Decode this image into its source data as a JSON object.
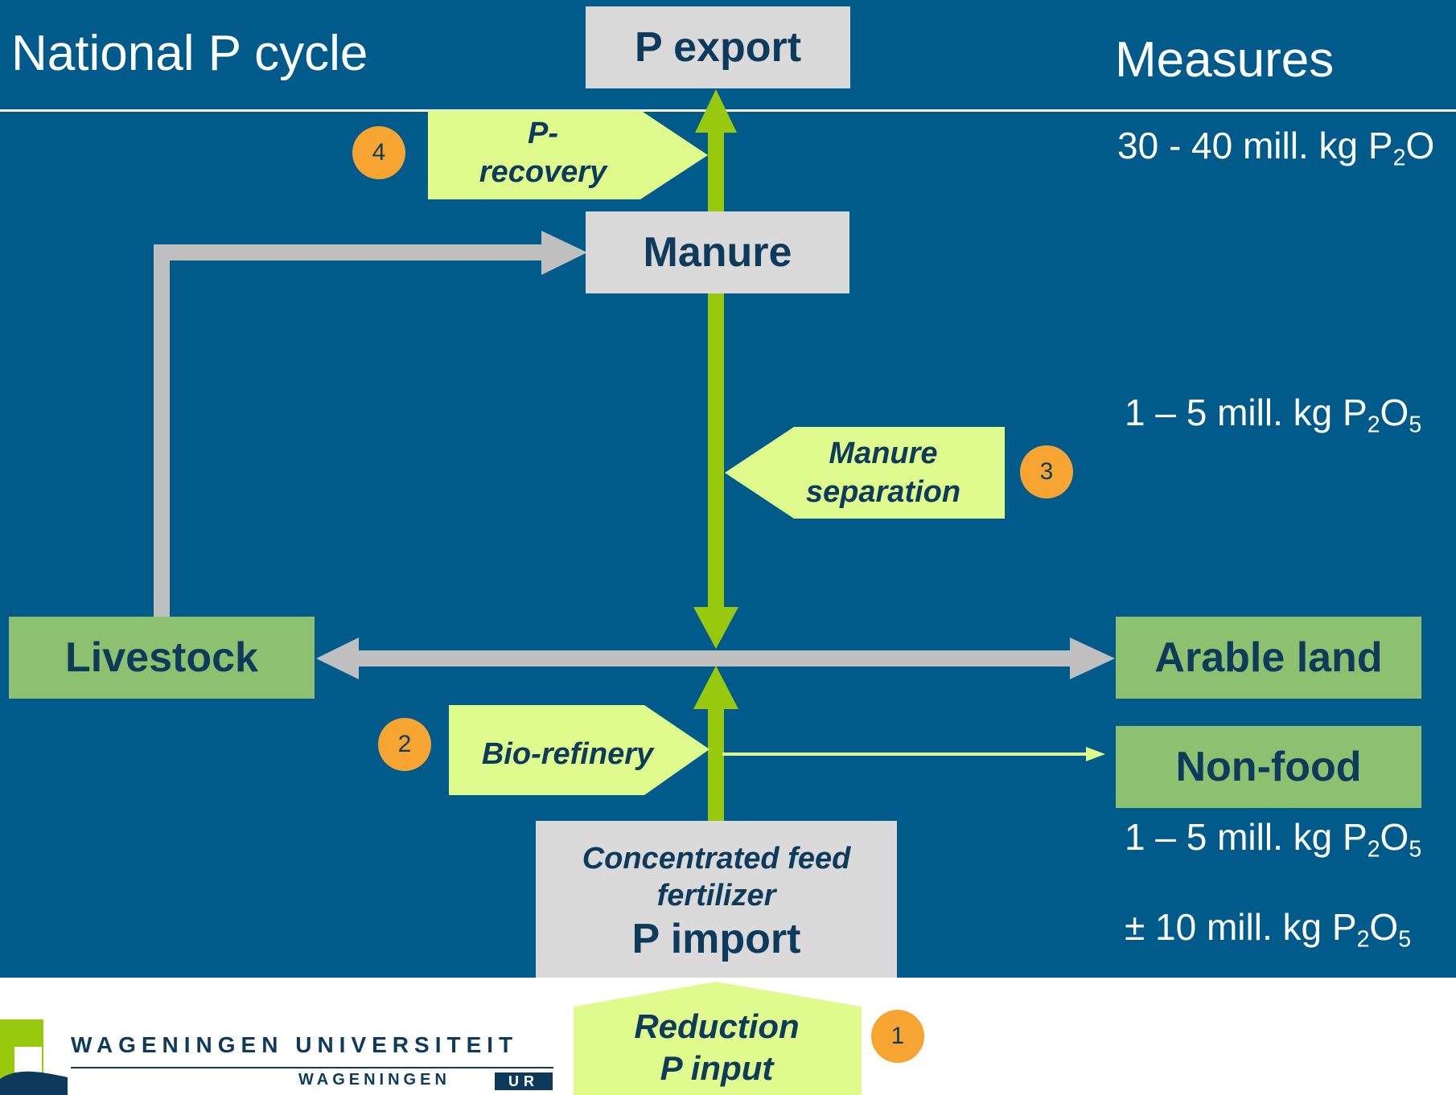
{
  "slide": {
    "title_left": "National P cycle",
    "title_right": "Measures"
  },
  "measures": {
    "m1": {
      "prefix": "30 - 40  mill. kg P",
      "sub1": "2",
      "mid": "O",
      "sub2": ""
    },
    "m2": {
      "prefix": "1 – 5  mill. kg P",
      "sub1": "2",
      "mid": "O",
      "sub2": "5"
    },
    "m3": {
      "prefix": "1 – 5  mill. kg P",
      "sub1": "2",
      "mid": "O",
      "sub2": "5"
    },
    "m4": {
      "prefix": "± 10 mill. kg P",
      "sub1": "2",
      "mid": "O",
      "sub2": "5"
    }
  },
  "nodes": {
    "p_export": "P export",
    "manure": "Manure",
    "livestock": "Livestock",
    "arable_land": "Arable land",
    "non_food": "Non-food",
    "p_import_small": "Concentrated feed fertilizer",
    "p_import_big": "P import"
  },
  "measure_labels": {
    "p_recovery": "P-recovery",
    "manure_separation": "Manure separation",
    "bio_refinery": "Bio-refinery",
    "reduction_line1": "Reduction",
    "reduction_line2": "P input"
  },
  "badges": [
    "4",
    "3",
    "2",
    "1"
  ],
  "logo": {
    "line1": "WAGENINGEN UNIVERSITEIT",
    "line2": "WAGENINGEN",
    "ur": "UR"
  },
  "colors": {
    "background_blue": "#005B8A",
    "box_gray": "#DADADA",
    "box_green": "#8CC26F",
    "callout_green": "#DFFB8E",
    "flow_green": "#98C90F",
    "flow_gray": "#BFBFBF",
    "badge_orange": "#F6A432",
    "text_navy": "#0E3A5C",
    "text_white": "#FFFFFF"
  }
}
